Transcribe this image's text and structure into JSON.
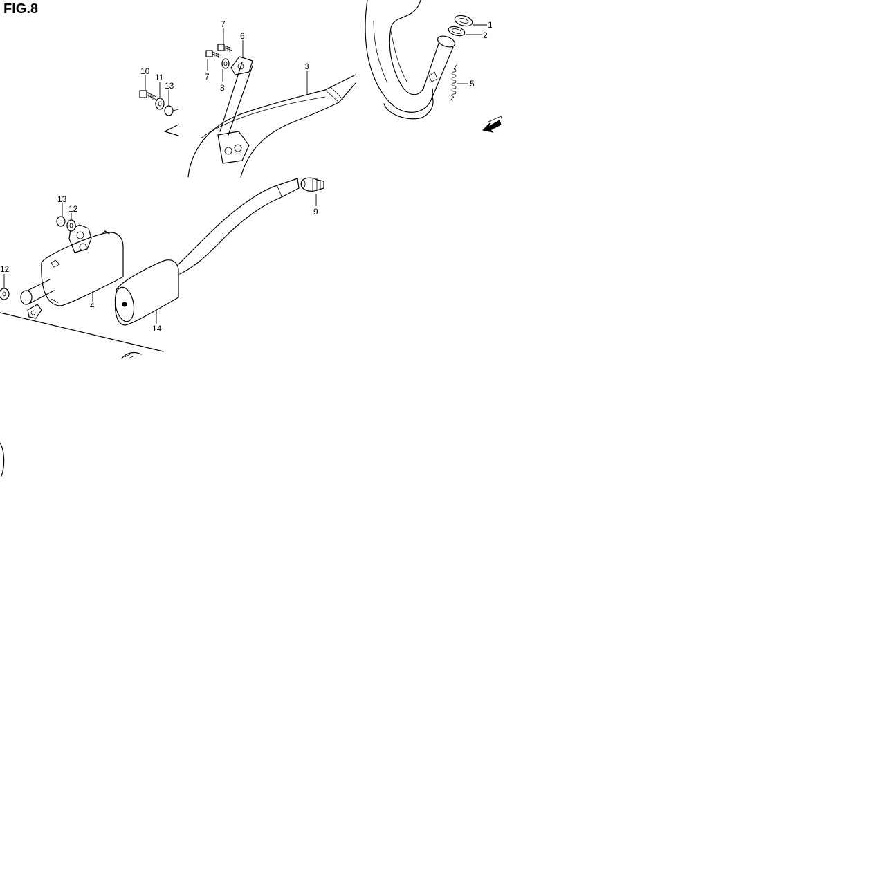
{
  "figure": {
    "title": "FIG.8"
  },
  "callouts": [
    {
      "id": "1",
      "label": "1"
    },
    {
      "id": "2",
      "label": "2"
    },
    {
      "id": "3",
      "label": "3"
    },
    {
      "id": "4",
      "label": "4"
    },
    {
      "id": "5",
      "label": "5"
    },
    {
      "id": "6",
      "label": "6"
    },
    {
      "id": "7a",
      "label": "7"
    },
    {
      "id": "7b",
      "label": "7"
    },
    {
      "id": "8",
      "label": "8"
    },
    {
      "id": "9",
      "label": "9"
    },
    {
      "id": "10",
      "label": "10"
    },
    {
      "id": "11",
      "label": "11"
    },
    {
      "id": "12a",
      "label": "12"
    },
    {
      "id": "12b",
      "label": "12"
    },
    {
      "id": "13a",
      "label": "13"
    },
    {
      "id": "13b",
      "label": "13"
    },
    {
      "id": "14",
      "label": "14"
    }
  ]
}
